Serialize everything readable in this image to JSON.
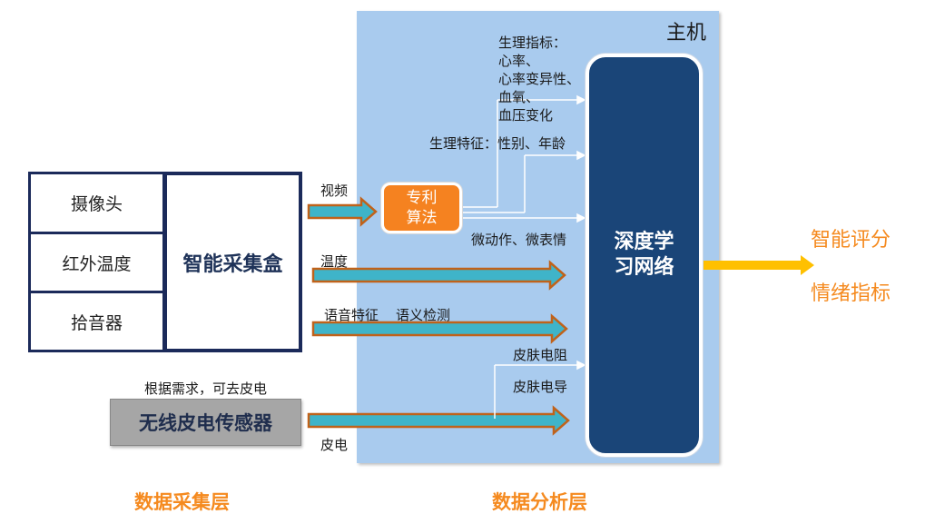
{
  "host": {
    "title": "主机"
  },
  "sensors": {
    "camera": "摄像头",
    "infrared": "红外温度",
    "microphone": "拾音器"
  },
  "collector": {
    "label": "智能采集盒"
  },
  "wireless": {
    "label": "无线皮电传感器",
    "note": "根据需求，可去皮电"
  },
  "algorithm": {
    "line1": "专利",
    "line2": "算法"
  },
  "deep_learning": {
    "line1": "深度学",
    "line2": "习网络"
  },
  "signals": {
    "video": "视频",
    "temperature": "温度",
    "speech": "语音特征",
    "semantic": "语义检测",
    "gsr": "皮电",
    "skin_resistance": "皮肤电阻",
    "skin_conductance": "皮肤电导",
    "physio_title": "生理指标：",
    "physio_items": [
      "心率、",
      "心率变异性、",
      "血氧、",
      "血压变化"
    ],
    "physio_features": "生理特征：性别、年龄",
    "micro": "微动作、微表情"
  },
  "outputs": {
    "score": "智能评分",
    "emotion": "情绪指标"
  },
  "layers": {
    "collection": "数据采集层",
    "analysis": "数据分析层"
  },
  "colors": {
    "arrow_fill": "#3fb4c9",
    "arrow_border": "#c0621a",
    "output_arrow": "#ffc000",
    "accent": "#f58a1f",
    "navy": "#1a4578"
  }
}
